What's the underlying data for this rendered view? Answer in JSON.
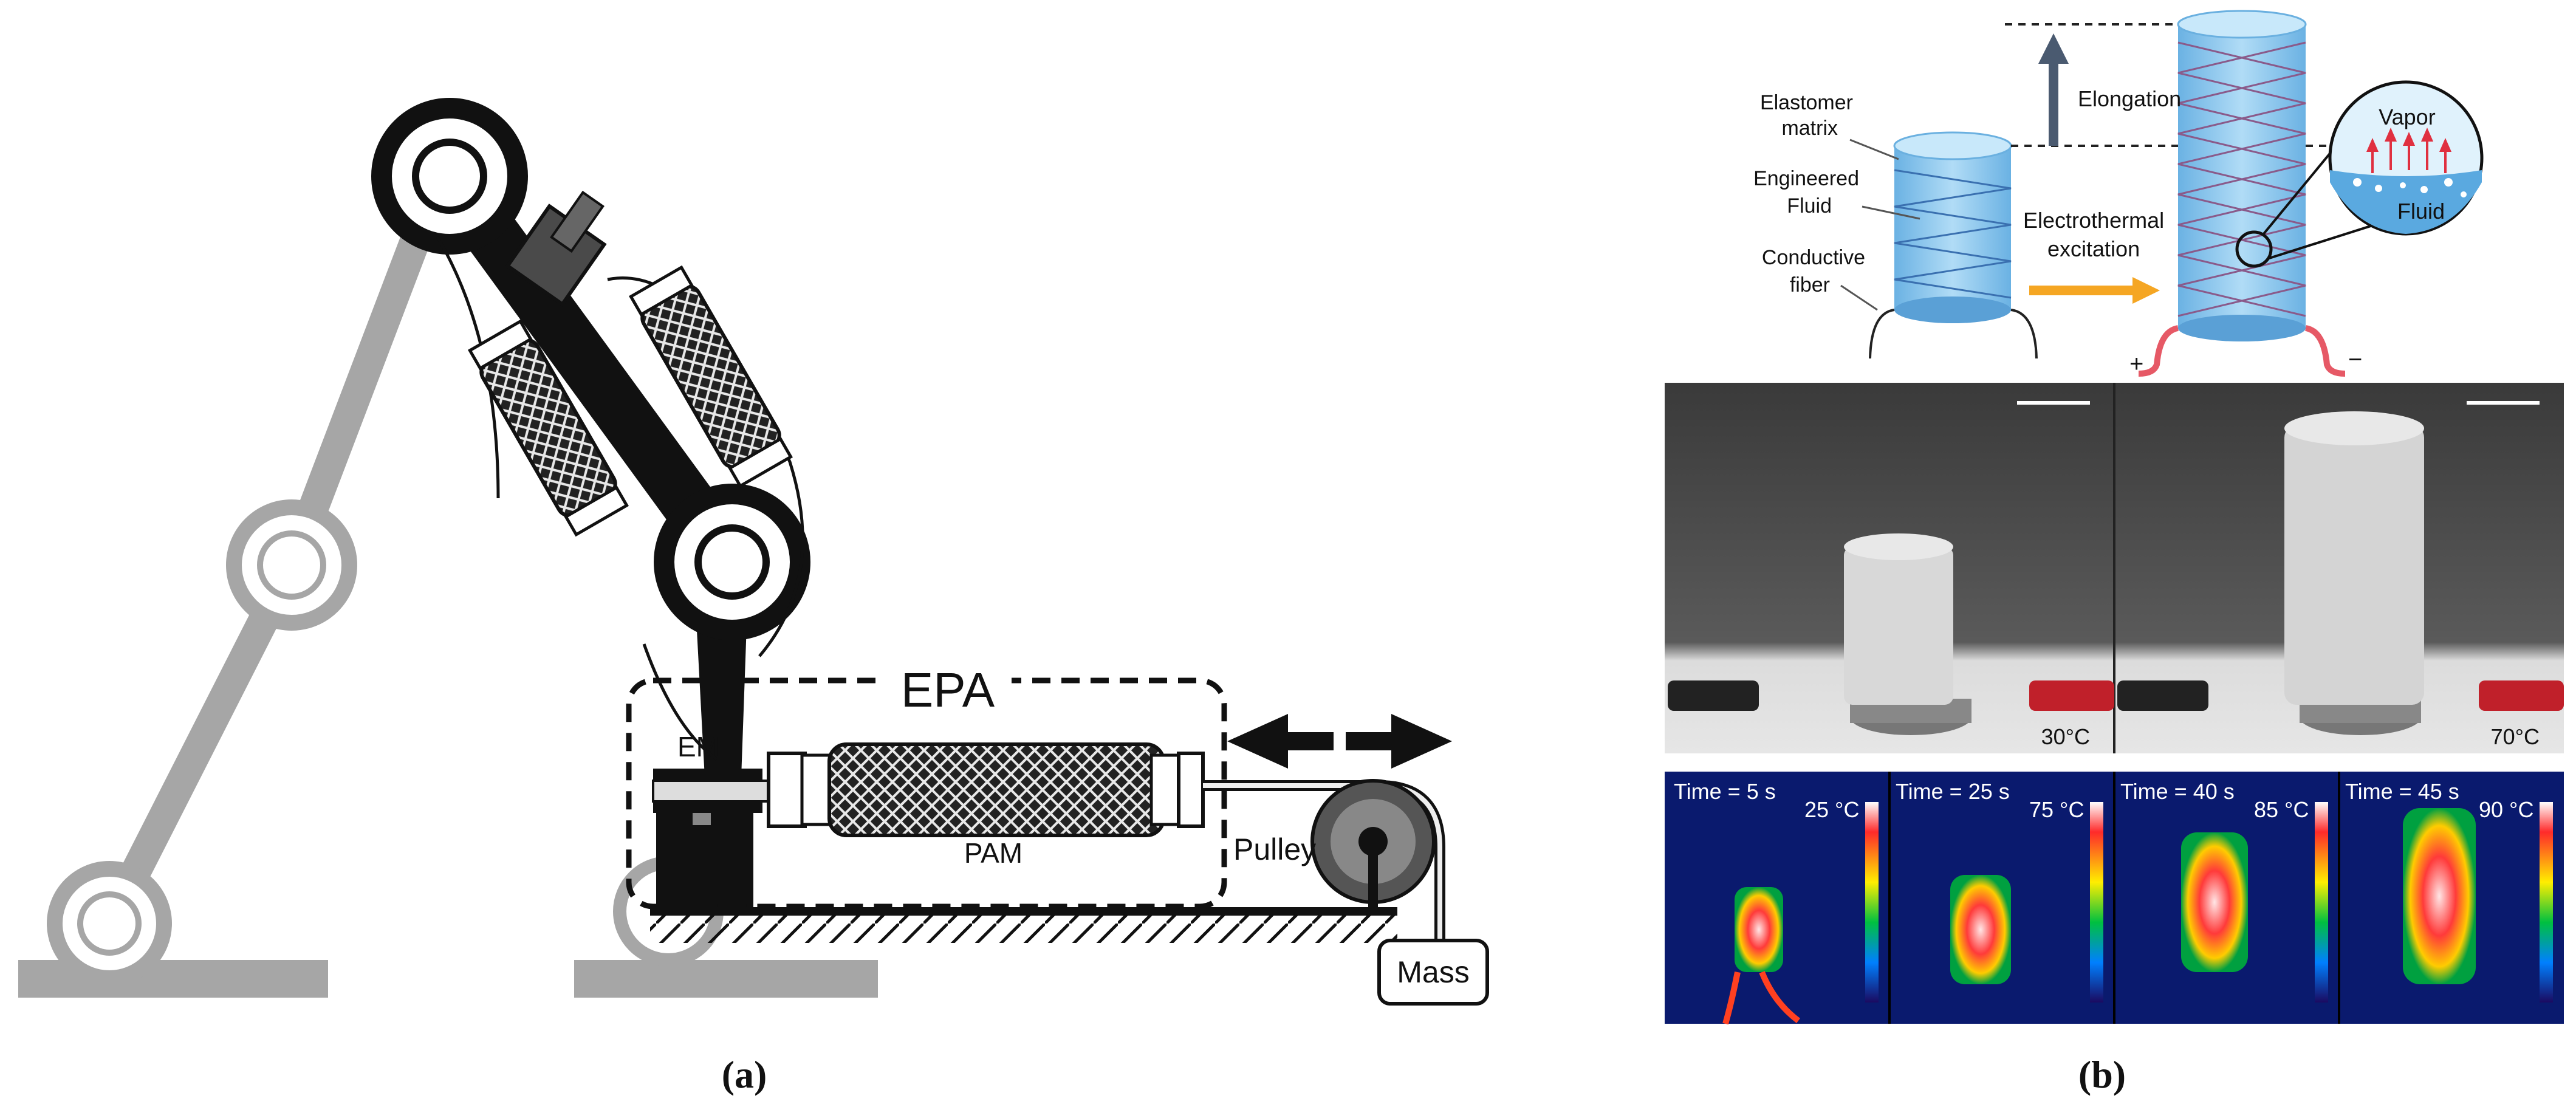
{
  "panel_a": {
    "caption": "(a)",
    "labels": {
      "epa": "EPA",
      "em": "EM",
      "pam": "PAM",
      "pulley": "Pulley",
      "mass": "Mass"
    }
  },
  "panel_b": {
    "caption": "(b)",
    "schematic": {
      "elastomer_1": "Elastomer",
      "elastomer_2": "matrix",
      "fluid_1": "Engineered",
      "fluid_2": "Fluid",
      "fiber_1": "Conductive",
      "fiber_2": "fiber",
      "elongation": "Elongation",
      "excitation_1": "Electrothermal",
      "excitation_2": "excitation",
      "vapor": "Vapor",
      "fluid": "Fluid",
      "plus": "+",
      "minus": "−"
    },
    "photos": {
      "temp_left": "30°C",
      "temp_right": "70°C"
    },
    "thermal": [
      {
        "time": "Time = 5 s",
        "temp": "25 °C"
      },
      {
        "time": "Time = 25 s",
        "temp": "75 °C"
      },
      {
        "time": "Time = 40 s",
        "temp": "85 °C"
      },
      {
        "time": "Time = 45 s",
        "temp": "90 °C"
      }
    ]
  },
  "colors": {
    "gray_frame": "#a6a6a6",
    "dark": "#111111",
    "blue_cylinder": "#7cc3ee",
    "arrow_orange": "#f5a623",
    "thermal_bg": "#0a1a6e"
  }
}
